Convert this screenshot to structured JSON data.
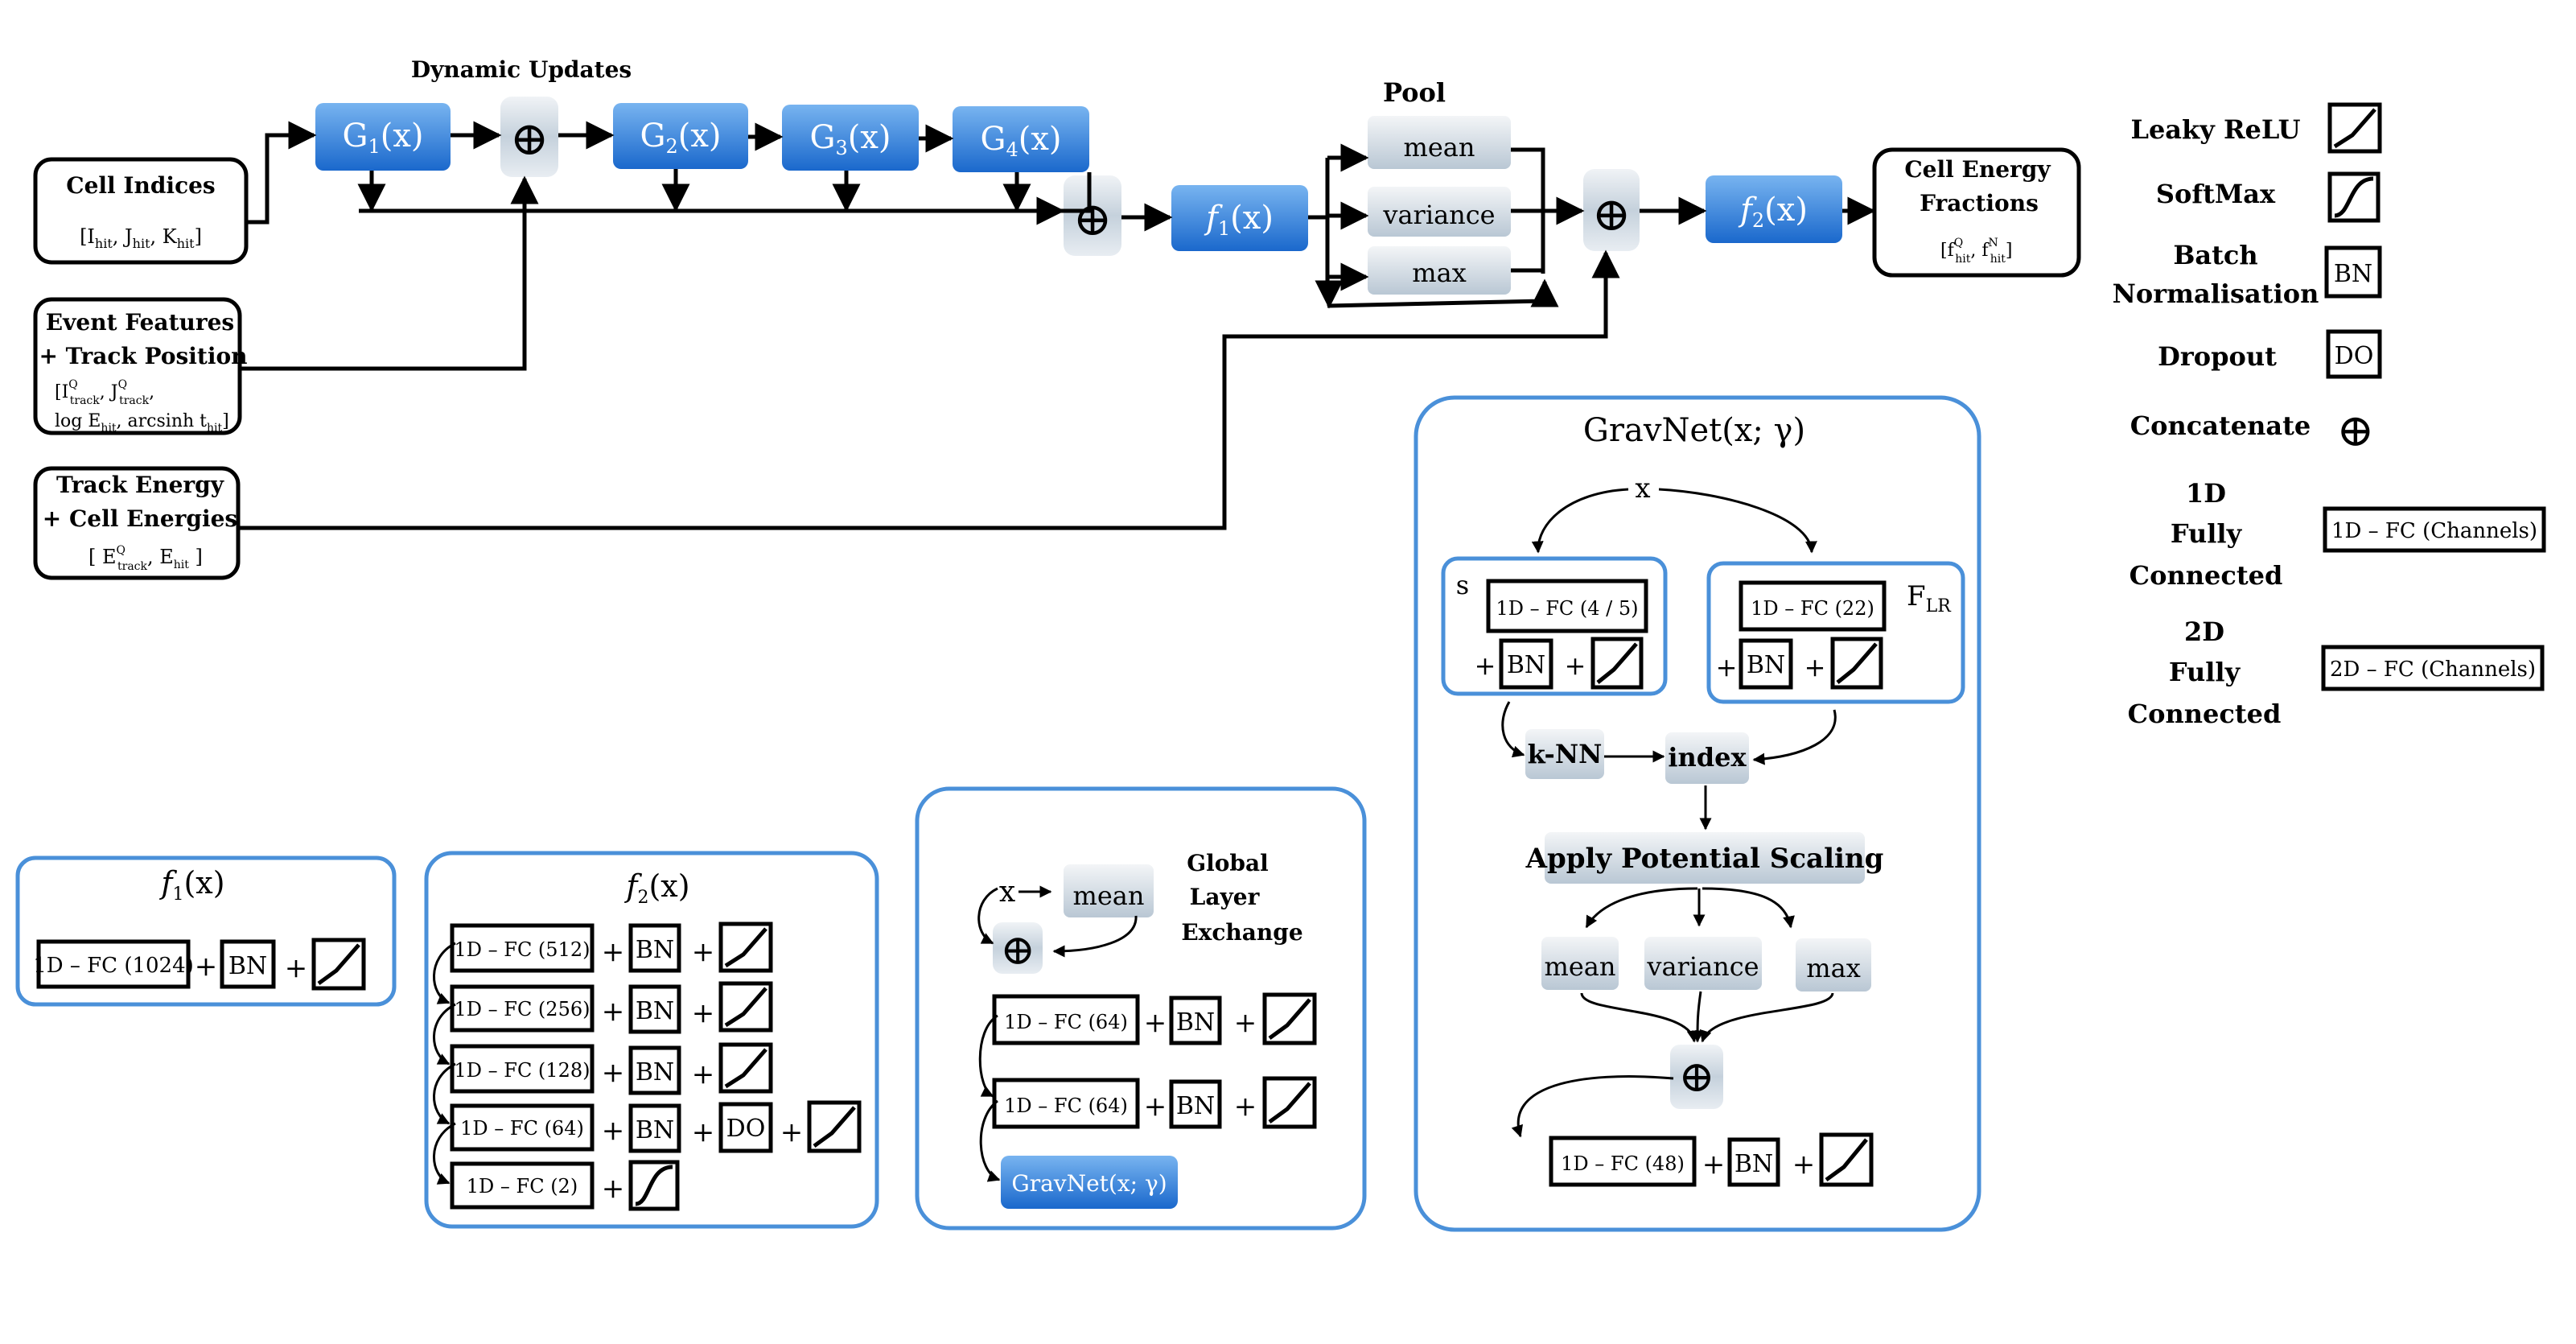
{
  "main": {
    "dynamic_updates": "Dynamic Updates",
    "pool": "Pool",
    "cell_indices": {
      "title": "Cell Indices",
      "sub": "[I",
      "vars": [
        "hit",
        "J",
        "K"
      ]
    },
    "event_features": {
      "line1": "Event Features",
      "line2": "+ Track Position",
      "line3": "[I",
      "line4": "log E",
      "line4b": "arcsinh t"
    },
    "track_energy": {
      "line1": "Track Energy",
      "line2": "+ Cell Energies",
      "line3": "E"
    },
    "output": {
      "line1": "Cell Energy",
      "line2": "Fractions",
      "line3": "[f"
    },
    "g_blocks": [
      "G",
      "G",
      "G",
      "G"
    ],
    "g_subs": [
      "1",
      "2",
      "3",
      "4"
    ],
    "fx": "(x)",
    "f": "f",
    "pool_items": [
      "mean",
      "variance",
      "max"
    ],
    "concat_symbol": "⊕"
  },
  "legend": {
    "leaky": "Leaky ReLU",
    "softmax": "SoftMax",
    "bn_l1": "Batch",
    "bn_l2": "Normalisation",
    "bn": "BN",
    "dropout": "Dropout",
    "do": "DO",
    "concat": "Concatenate",
    "fc1_l1": "1D",
    "fc1_l2": "Fully",
    "fc1_l3": "Connected",
    "fc1_box": "1D – FC  (Channels)",
    "fc2_l1": "2D",
    "fc2_l2": "Fully",
    "fc2_l3": "Connected",
    "fc2_box": "2D – FC  (Channels)"
  },
  "f1_panel": {
    "title_f": "f",
    "title_sub": "1",
    "title_x": "(x)",
    "fc": "1D – FC  (1024)",
    "bn": "BN"
  },
  "f2_panel": {
    "title_f": "f",
    "title_sub": "2",
    "title_x": "(x)",
    "rows": [
      "1D – FC  (512)",
      "1D – FC  (256)",
      "1D – FC  (128)",
      "1D – FC  (64)",
      "1D – FC  (2)"
    ],
    "bn": "BN",
    "do": "DO"
  },
  "global_panel": {
    "x": "x",
    "mean": "mean",
    "gle1": "Global",
    "gle2": "Layer",
    "gle3": "Exchange",
    "rows": [
      "1D – FC  (64)",
      "1D – FC  (64)"
    ],
    "bn": "BN",
    "gravnet": "GravNet(x; γ)"
  },
  "gravnet_panel": {
    "title": "GravNet(x; γ)",
    "x": "x",
    "s": "s",
    "flr": "F",
    "flr_sub": "LR",
    "fc_s": "1D – FC  (4 / 5)",
    "fc_f": "1D – FC  (22)",
    "bn": "BN",
    "knn": "k-NN",
    "index": "index",
    "aps": "Apply Potential Scaling",
    "pool": [
      "mean",
      "variance",
      "max"
    ],
    "fc_out": "1D – FC  (48)"
  },
  "colors": {
    "blue_top": "#6aa9ec",
    "blue_bot": "#1f6fd1",
    "panel_border": "#4a90d9",
    "grey_top": "#eef1f4",
    "grey_bot": "#b8c6d3"
  }
}
